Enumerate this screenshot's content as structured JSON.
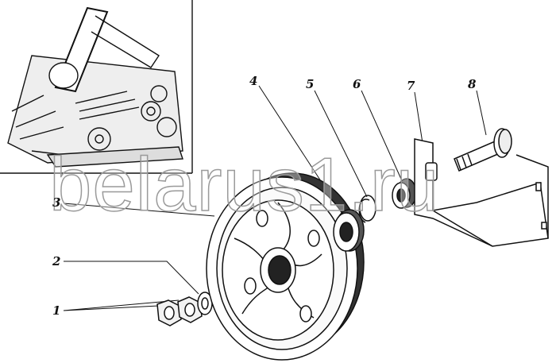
{
  "callouts": [
    {
      "number": "1"
    },
    {
      "number": "2"
    },
    {
      "number": "3"
    },
    {
      "number": "4"
    },
    {
      "number": "5"
    },
    {
      "number": "6"
    },
    {
      "number": "7"
    },
    {
      "number": "8"
    }
  ],
  "watermark": "belarus1.ru"
}
